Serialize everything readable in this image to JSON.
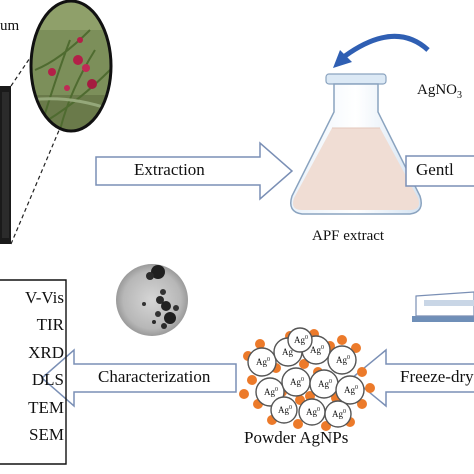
{
  "labels": {
    "species_fragment": "um",
    "agno3": "AgNO",
    "agno3_sub": "3",
    "extraction": "Extraction",
    "gentle_fragment": "Gentl",
    "apf_extract": "APF extract",
    "freeze_drying": "Freeze-drying",
    "characterization": "Characterization",
    "powder_agnps": "Powder AgNPs",
    "ag0_marker": "Ag",
    "ag0_super": "0"
  },
  "techniques": [
    "V-Vis",
    "TIR",
    "XRD",
    "DLS",
    "TEM",
    "SEM"
  ],
  "colors": {
    "arrow_stroke": "#7a8fb5",
    "arrow_fill": "#ffffff",
    "curved_arrow": "#2f5fb3",
    "liquid": "#f0ddd4",
    "flask_glass": "#dce9f5",
    "orange_particle": "#ec7a2a",
    "dark_panel": "#1a1a1a",
    "plant_green": "#6f8a4a",
    "flower_red": "#b32048"
  }
}
